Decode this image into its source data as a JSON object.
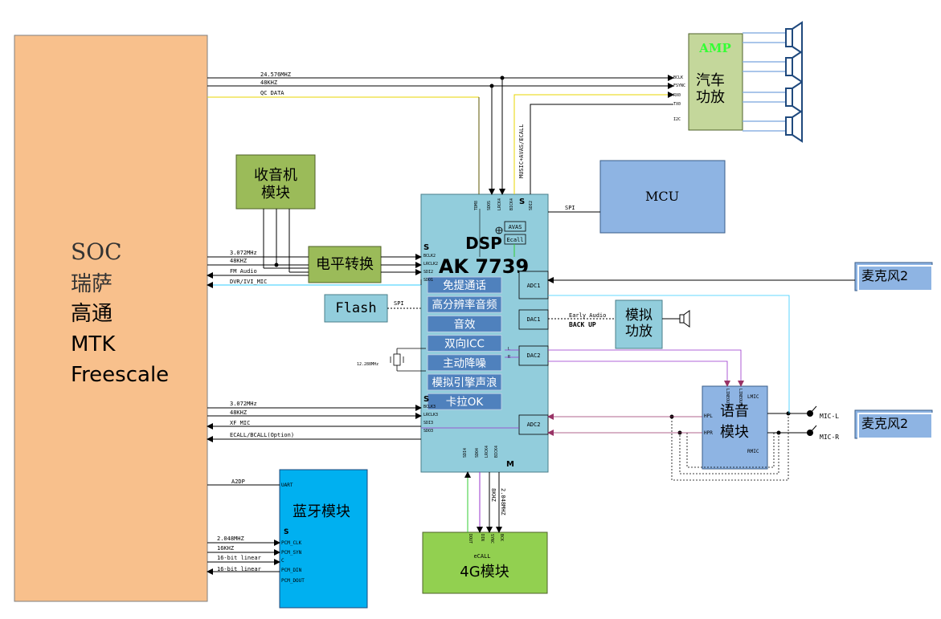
{
  "soc": {
    "line1": "SOC",
    "line2": "瑞萨",
    "line3": "高通",
    "line4": "MTK",
    "line5": "Freescale"
  },
  "radio": {
    "line1": "收音机",
    "line2": "模块"
  },
  "level_shift": {
    "label": "电平转换"
  },
  "flash": {
    "label": "Flash",
    "bus": "SPI"
  },
  "dsp": {
    "title": "DSP",
    "model": "AK 7739",
    "features": [
      "免提通话",
      "高分辨率音频",
      "音效",
      "双向ICC",
      "主动降噪",
      "模拟引擎声浪",
      "卡拉OK"
    ],
    "avas": "AVAS",
    "ecall": "Ecall",
    "adc1": "ADC1",
    "dac1": "DAC1",
    "dac2": "DAC2",
    "adc2": "ADC2",
    "s_top": "S",
    "s_left1": "S",
    "s_left2": "S",
    "m_bottom": "M",
    "top_pins": [
      "TDM8",
      "SDOS",
      "LRCK4",
      "BICK4"
    ],
    "top_right_pins": [
      "SDI2"
    ],
    "left_pins1": [
      "BCLK2",
      "LRCLK2",
      "SDI2",
      "SDO1"
    ],
    "left_pins2": [
      "BCLK3",
      "LRCLK3",
      "SDI3",
      "SDO3"
    ],
    "dac2_l": "L",
    "dac2_r": "R",
    "bottom_pins": [
      "SDI4",
      "SDO4",
      "LRCK4",
      "BICK4"
    ]
  },
  "crystal": {
    "label": "12.288MHz"
  },
  "mcu": {
    "label": "MCU",
    "bus": "SPI"
  },
  "amp": {
    "title": "AMP",
    "line1": "汽车",
    "line2": "功放",
    "pins": [
      "BCLK",
      "FSYNC",
      "RX0",
      "TX0",
      "I2C"
    ]
  },
  "mic_right1": "麦克风2",
  "mic_right2": "麦克风2",
  "analog_amp": {
    "line1": "模拟",
    "line2": "功放",
    "label1": "Early Audio",
    "label2": "BACK UP"
  },
  "voice": {
    "line1": "语音",
    "line2": "模块",
    "pins": [
      "HPL",
      "HPR",
      "LMIC",
      "RMIC",
      "LINEOUTR",
      "LINEOUTL"
    ],
    "mic_l": "MIC-L",
    "mic_r": "MIC-R"
  },
  "bt": {
    "title": "蓝牙模块",
    "s": "S",
    "pins": [
      "UART",
      "PCM_CLK",
      "PCM_SYN",
      "C",
      "PCM_DIN",
      "PCM_DOUT"
    ]
  },
  "g4": {
    "title": "4G模块",
    "ecall": "eCALL",
    "pins": [
      "DOUT",
      "DIN",
      "SYNC",
      "BCK"
    ],
    "freq1": "8KHZ",
    "freq2": "2.048MHZ"
  },
  "signals": {
    "top1": "24.576MHZ",
    "top2": "48KHZ",
    "top3": "QC DATA",
    "music_avas": "MUSIC+AVAS/ECALL",
    "mid1": "3.072MHz",
    "mid2": "48KHZ",
    "mid3": "FM Audio",
    "mid4": "DVR/IVI_MIC",
    "low1": "3.072MHz",
    "low2": "48KHZ",
    "low3": "XF_MIC",
    "low4": "ECALL/BCALL(Option)",
    "a2dp": "A2DP",
    "bt1": "2.048MHZ",
    "bt2": "16KHZ",
    "bt3": "16-bit linear",
    "bt4": "16-bit linear"
  },
  "colors": {
    "soc": "#f8c08c",
    "green": "#9bbb59",
    "dsp": "#92cddc",
    "blue_box": "#8eb4e3",
    "feature": "#4f81bd",
    "amp": "#c4d79b",
    "bt": "#00b0f0",
    "g4": "#92d050",
    "yellow": "#ffff66",
    "cyan": "#33ccff",
    "purple": "#9933cc"
  }
}
